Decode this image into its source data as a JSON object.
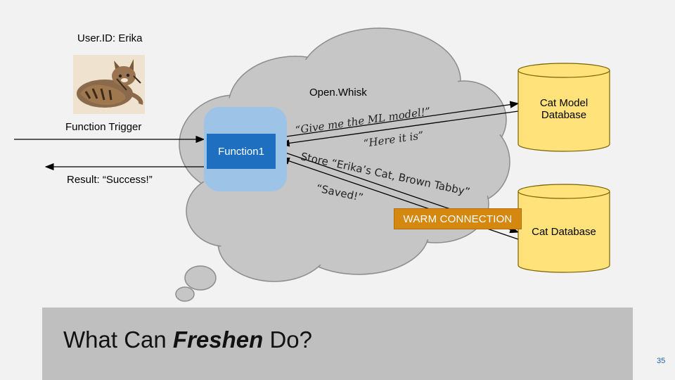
{
  "user": {
    "id_label": "User.ID: Erika"
  },
  "cloud": {
    "label": "Open.Whisk"
  },
  "function": {
    "label": "Function1"
  },
  "trigger": {
    "label": "Function Trigger"
  },
  "result": {
    "label": "Result: “Success!”"
  },
  "messages": {
    "give_model": "“Give me the ML model!”",
    "here_it_is": "“Here it is”",
    "store": "Store “Erika’s Cat, Brown Tabby”",
    "saved": "“Saved!”"
  },
  "warm_connection": {
    "label": "WARM CONNECTION"
  },
  "databases": {
    "model_db": "Cat Model Database",
    "cat_db": "Cat Database"
  },
  "banner": {
    "prefix": "What Can ",
    "emphasis": "Freshen",
    "suffix": " Do?"
  },
  "page": {
    "number": "35"
  },
  "colors": {
    "function_blue": "#1f6fc0",
    "function_halo": "#9dc3e6",
    "database_yellow": "#ffe27a",
    "warm_orange": "#d4880f",
    "cloud_grey": "#c6c6c6"
  }
}
